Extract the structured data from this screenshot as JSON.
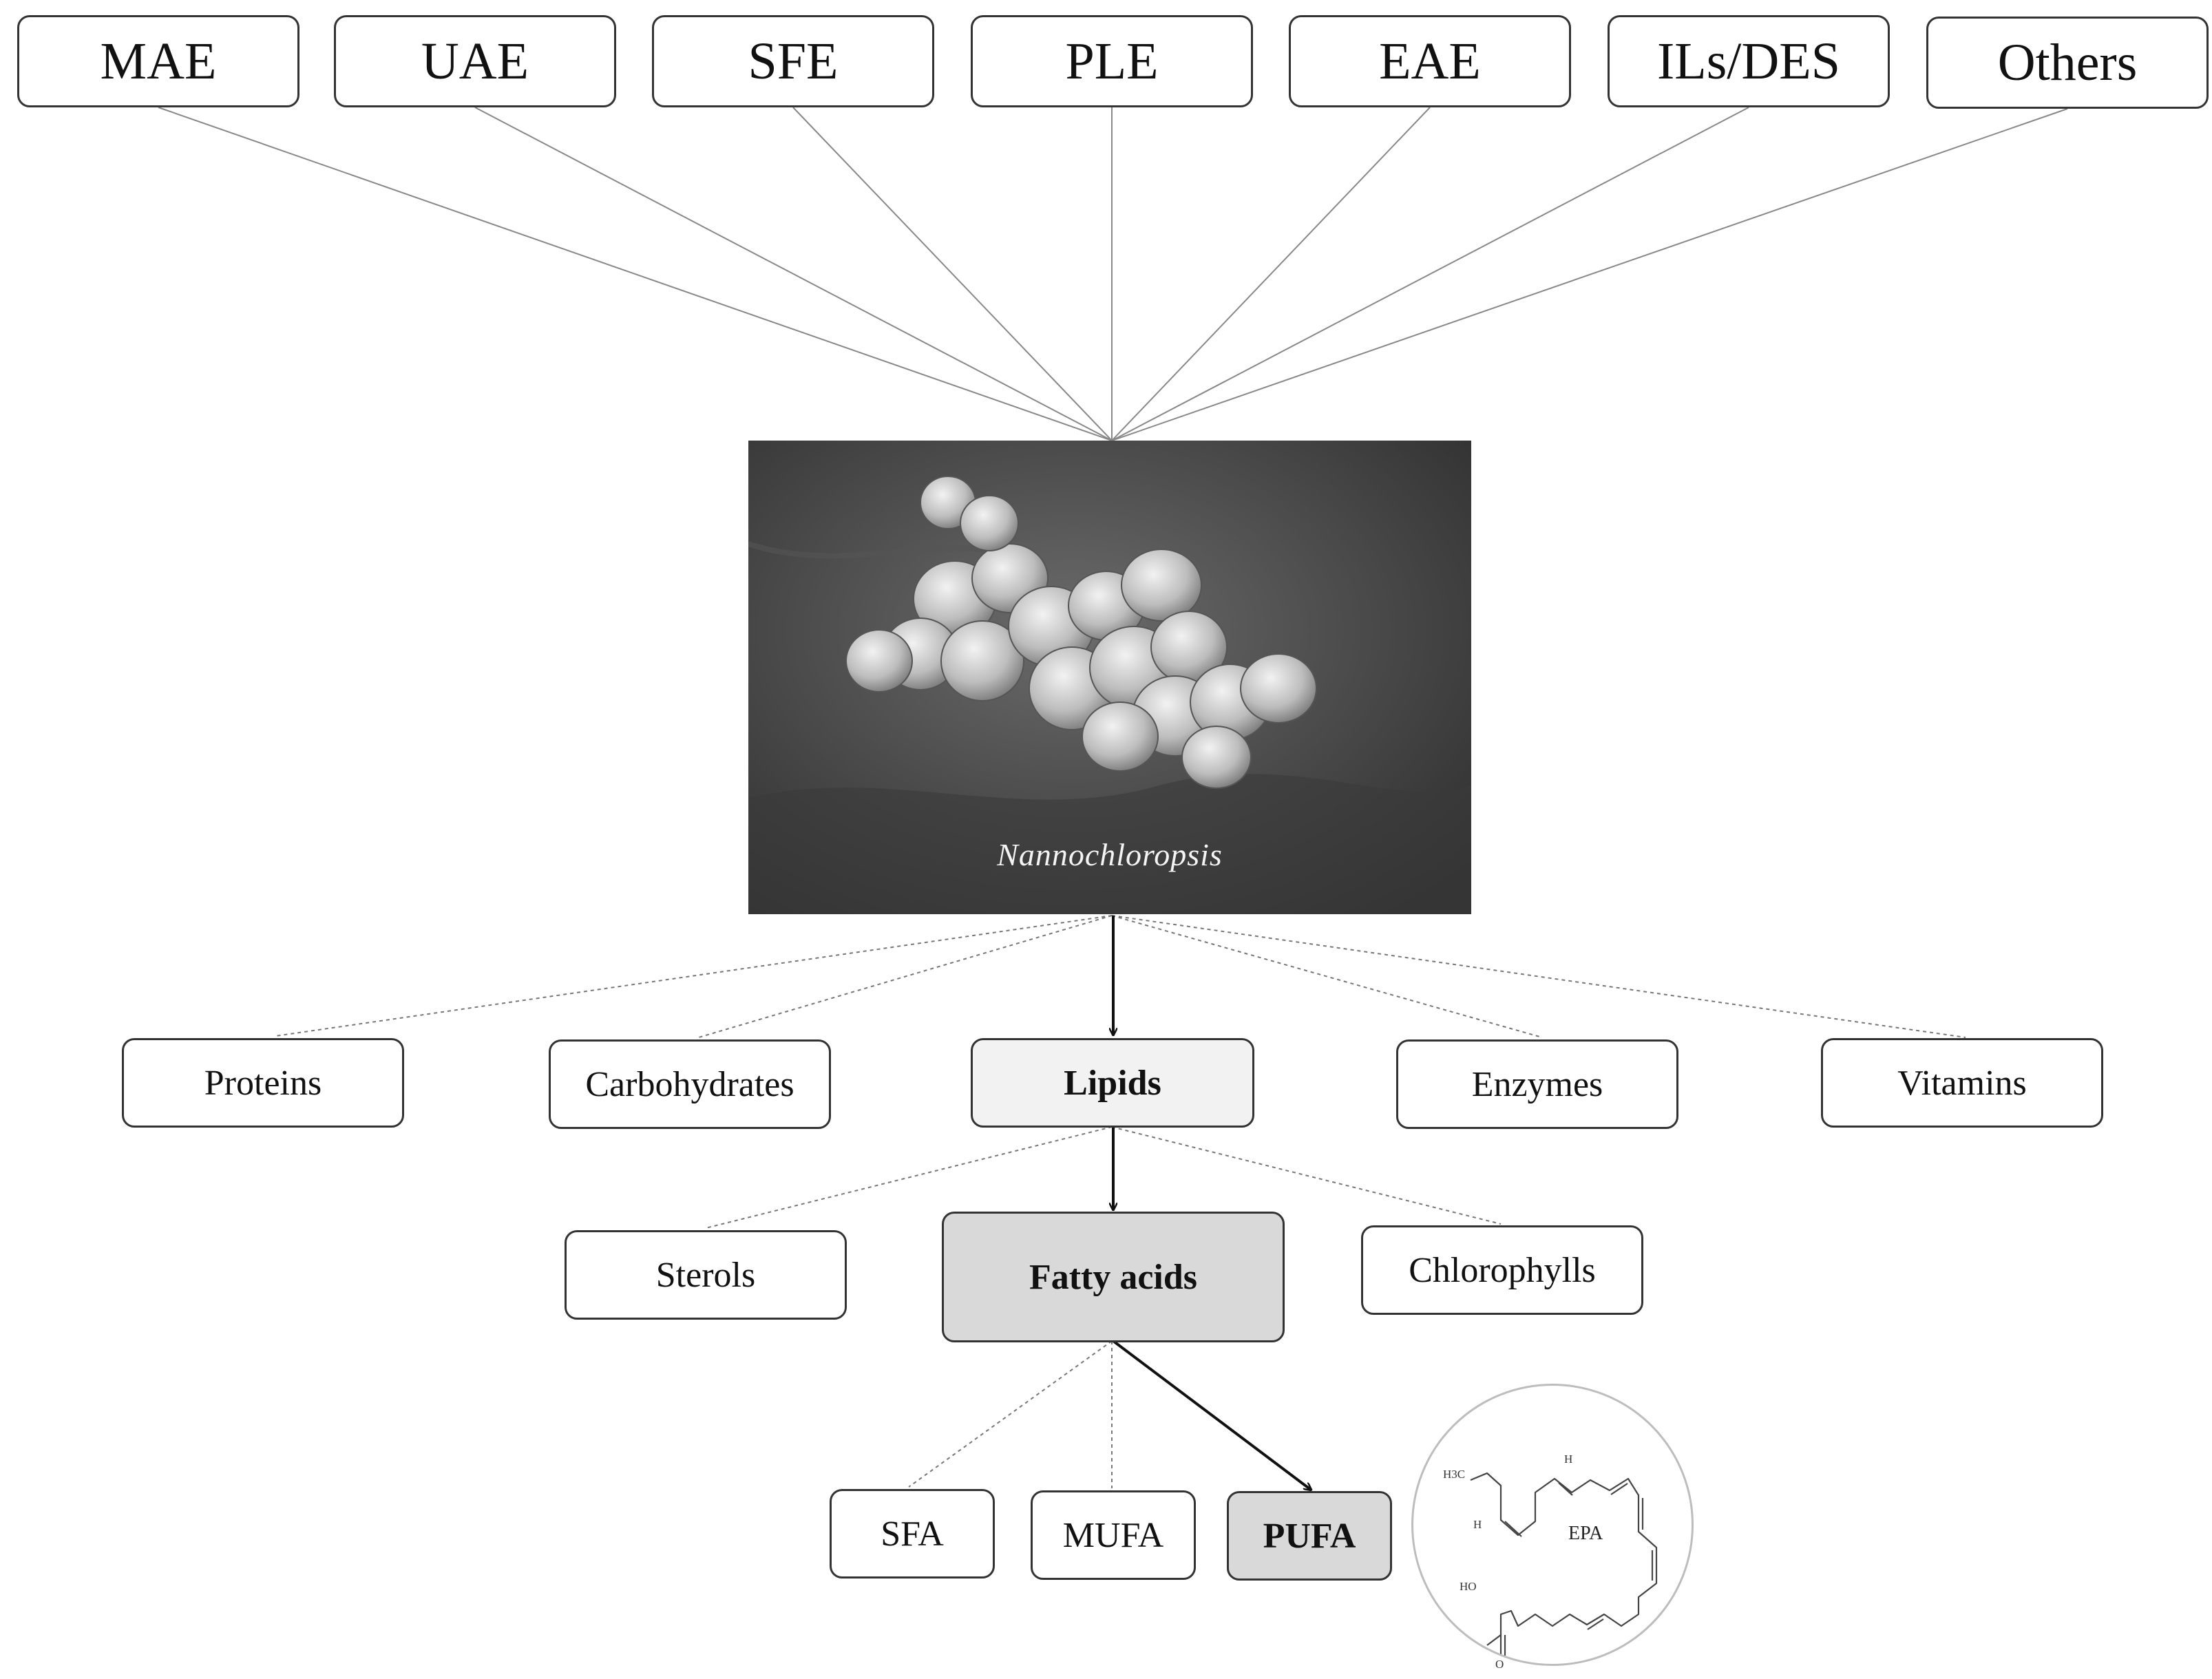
{
  "methods": [
    "MAE",
    "UAE",
    "SFE",
    "PLE",
    "EAE",
    "ILs/DES",
    "Others"
  ],
  "photo": {
    "caption": "Nannochloropsis"
  },
  "components": [
    "Proteins",
    "Carbohydrates",
    "Lipids",
    "Enzymes",
    "Vitamins"
  ],
  "lipid_classes": [
    "Sterols",
    "Fatty acids",
    "Chlorophylls"
  ],
  "fatty_acid_types": [
    "SFA",
    "MUFA",
    "PUFA"
  ],
  "epa": {
    "name": "EPA",
    "atoms": {
      "methyl": "H3C",
      "hydrogen": "H",
      "hydroxyl": "HO",
      "oxygen": "O"
    }
  }
}
